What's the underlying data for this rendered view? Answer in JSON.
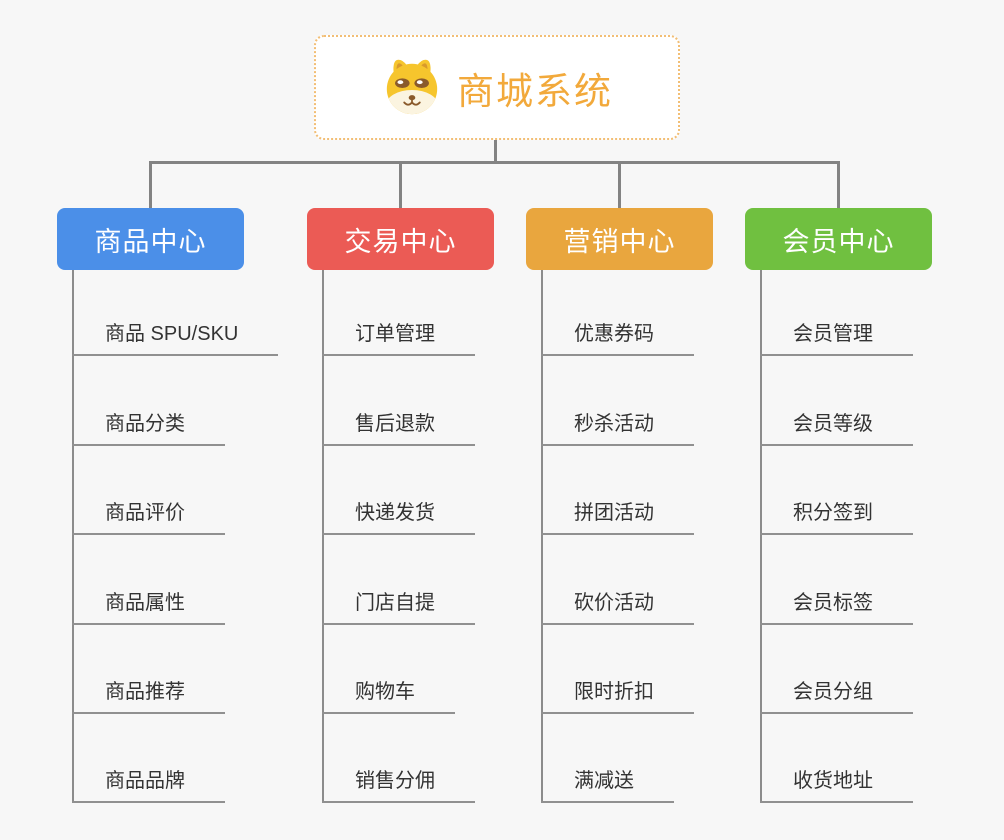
{
  "root": {
    "title": "商城系统",
    "icon": "dog-icon",
    "border_color": "#f2be75",
    "title_color": "#f2a93b"
  },
  "connector_color": "#838383",
  "background_color": "#f7f7f7",
  "branches": [
    {
      "label": "商品中心",
      "color": "#4b8fe8",
      "items": [
        "商品 SPU/SKU",
        "商品分类",
        "商品评价",
        "商品属性",
        "商品推荐",
        "商品品牌"
      ]
    },
    {
      "label": "交易中心",
      "color": "#eb5b55",
      "items": [
        "订单管理",
        "售后退款",
        "快递发货",
        "门店自提",
        "购物车",
        "销售分佣"
      ]
    },
    {
      "label": "营销中心",
      "color": "#e9a63e",
      "items": [
        "优惠券码",
        "秒杀活动",
        "拼团活动",
        "砍价活动",
        "限时折扣",
        "满减送"
      ]
    },
    {
      "label": "会员中心",
      "color": "#70c040",
      "items": [
        "会员管理",
        "会员等级",
        "积分签到",
        "会员标签",
        "会员分组",
        "收货地址"
      ]
    }
  ]
}
